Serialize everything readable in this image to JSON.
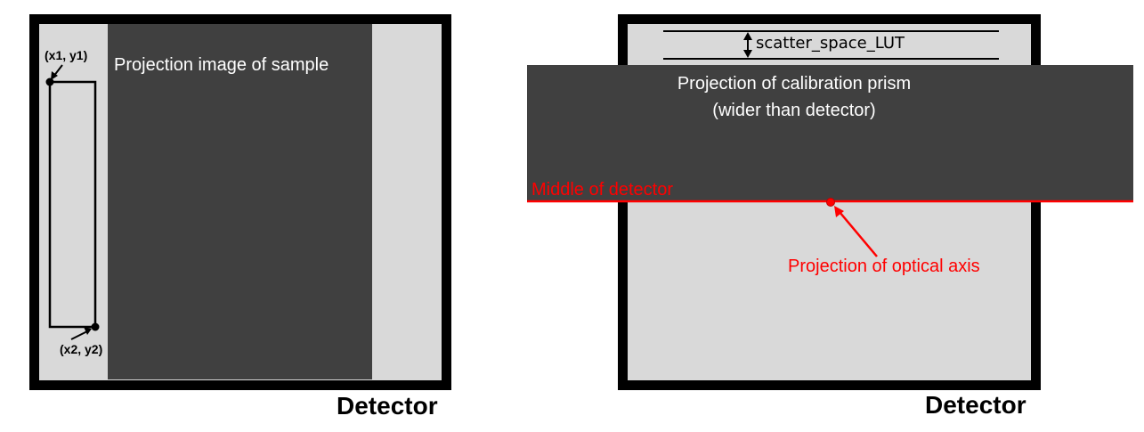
{
  "left_panel": {
    "projection_label": "Projection image of sample",
    "corner_top_label": "(x1, y1)",
    "corner_bottom_label": "(x2, y2)",
    "detector_label": "Detector"
  },
  "right_panel": {
    "lut_label": "scatter_space_LUT",
    "prism_label_line1": "Projection of calibration prism",
    "prism_label_line2": "(wider than detector)",
    "middle_label": "Middle of detector",
    "optical_axis_label": "Projection of optical axis",
    "detector_label": "Detector"
  },
  "colors": {
    "frame": "#000000",
    "detector_fill": "#d9d9d9",
    "projection_fill": "#404040",
    "annotation_red": "#ff0000"
  }
}
